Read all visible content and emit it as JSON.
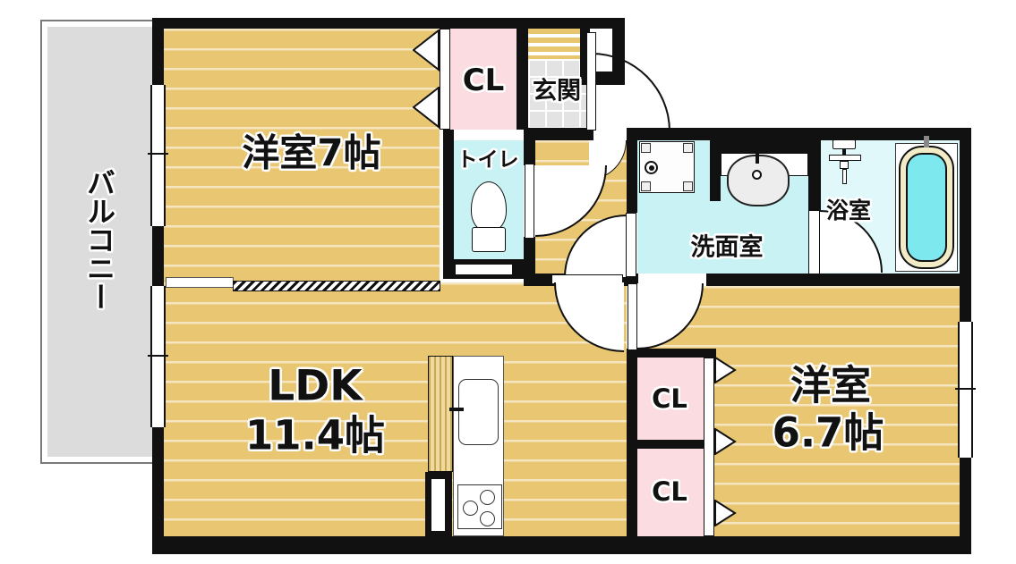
{
  "plan": {
    "balcony": {
      "label": "バルコニー"
    },
    "bedroom1": {
      "label": "洋室7帖"
    },
    "closet_top": {
      "label": "CL"
    },
    "entrance": {
      "label": "玄関"
    },
    "toilet": {
      "label": "トイレ"
    },
    "washroom": {
      "label": "洗面室"
    },
    "bathroom": {
      "label": "浴室"
    },
    "ldk": {
      "name": "LDK",
      "size": "11.4帖"
    },
    "bedroom2": {
      "name": "洋室",
      "size": "6.7帖"
    },
    "closet_mid": {
      "label": "CL"
    },
    "closet_bottom": {
      "label": "CL"
    }
  },
  "colors": {
    "wall": "#111111",
    "floor_tan": "#e9c772",
    "closet_pink": "#fbdce1",
    "wet_cyan": "#c9f2f5",
    "bath_cyan": "#e0f8fa",
    "tub_water": "#7de9ef",
    "tub_rim": "#f1ebc6",
    "entrance_tile": "#e3e3e3",
    "balcony_gray": "#dcdcdc"
  },
  "icons": [
    "toilet-icon",
    "washing-machine-pan-icon",
    "vanity-sink-icon",
    "shower-icon",
    "bathtub-icon",
    "kitchen-sink-icon",
    "stove-icon",
    "door-swing-arc",
    "folding-door-arrow-icon",
    "window",
    "sliding-partition"
  ]
}
